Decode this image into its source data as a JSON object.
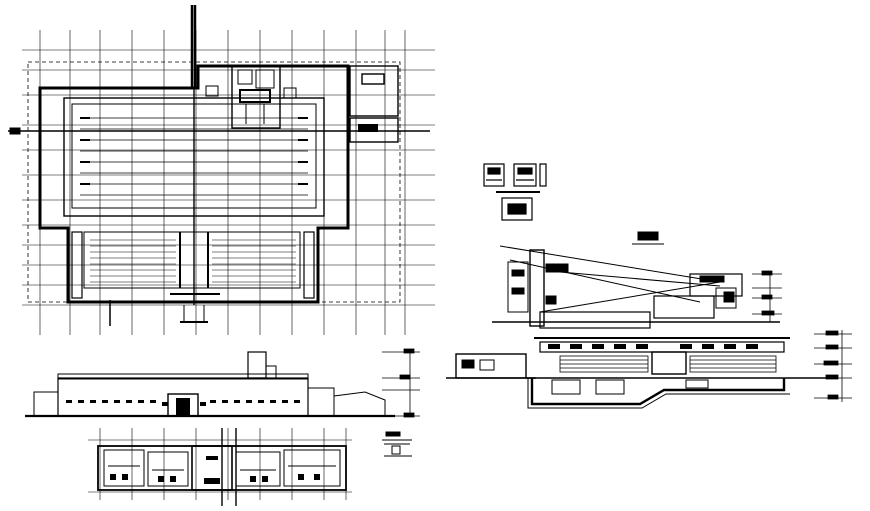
{
  "drawing": {
    "line_color": "#000000",
    "background": "#ffffff"
  },
  "views": [
    {
      "id": "site-plan"
    },
    {
      "id": "front-elevation"
    },
    {
      "id": "ground-floor-plan"
    },
    {
      "id": "cross-section"
    },
    {
      "id": "longitudinal-section"
    }
  ]
}
